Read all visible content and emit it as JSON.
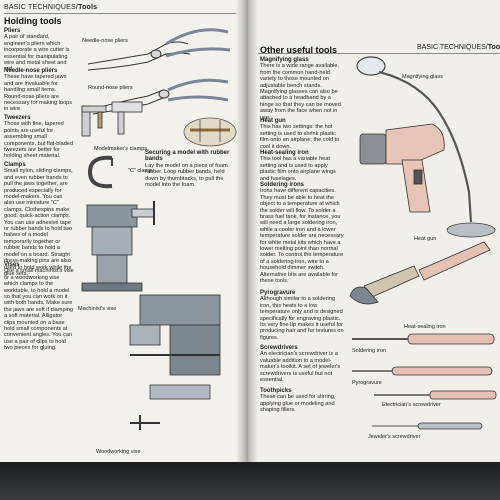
{
  "left_page": {
    "header": {
      "section": "BASIC TECHNIQUES/",
      "topic": "Tools"
    },
    "title": "Holding tools",
    "blocks": {
      "pliers": {
        "heading": "Pliers",
        "text": "A pair of standard, engineer's pliers which incorporate a wire cutter is essential for manipulating wire and metal sheet and rod."
      },
      "needle": {
        "heading": "Needle-nose pliers",
        "text": "These have tapered jaws and are invaluable for handling small items. Round-nose pliers are necessary for making loops in wire."
      },
      "tweezers": {
        "heading": "Tweezers",
        "text": "Those with fine, tapered points are useful for assembling small components, but flat-bladed tweezers are better for holding sheet material."
      },
      "clamps": {
        "heading": "Clamps",
        "text": "Small nylon, sliding clamps, and even rubber bands to pull the jaws together, are produced especially for model-makers. You can also use miniature \"C\" clamps. Clothespins make good, quick-action clamps. You can use adhesive tape or rubber bands to hold two halves of a model temporarily together or rubber bands to hold a model on a board. Straight dress-making pins are also used to hold work while the glue sets."
      },
      "vises": {
        "heading": "Vises",
        "text": "Use a small machinist's vise or a woodworking vise which clamps to the worktable, to hold a model so that you can work on it with both hands. Make sure the jaws are soft if clamping a soft material. Alligator clips mounted on a base hold small components at convenient angles. You can use a pair of clips to hold two pieces for gluing."
      },
      "securing": {
        "heading": "Securing a model with rubber bands",
        "text": "Lay the model on a piece of foam rubber. Loop rubber bands, held down by thumbtacks, to pull the model into the foam."
      }
    },
    "captions": {
      "needle_nose": "Needle-nose pliers",
      "round_nose": "Round-nose pliers",
      "modelmakers_clamps": "Modelmaker's clamps",
      "c_clamp": "\"C\" clamp",
      "machinists_vise": "Machinist's vise",
      "woodworking_vise": "Woodworking vise"
    }
  },
  "right_page": {
    "header": {
      "section": "BASIC TECHNIQUES/",
      "topic": "Too"
    },
    "title": "Other useful tools",
    "blocks": {
      "magnifying": {
        "heading": "Magnifying glass",
        "text": "There is a wide range available, from the common hand-held variety to those mounted on adjustable bench stands. Magnifying glasses can also be attached to a headband by a hinge so that they can be moved away from the face when not in use."
      },
      "heatgun": {
        "heading": "Heat gun",
        "text": "This has two settings: the hot setting is used to shrink plastic film onto an airplane; the cold to cool it down."
      },
      "heatsealing": {
        "heading": "Heat-sealing iron",
        "text": "This tool has a variable heat setting and is used to apply plastic film onto airplane wings and fuselages."
      },
      "soldering": {
        "heading": "Soldering irons",
        "text": "Irons have different capacities. They must be able to heat the object to a temperature at which the solder will flow. To solder a brass fuel tank, for instance, you will need a large soldering iron, while a cooler iron and a lower temperature solder are necessary for white metal kits which have a lower melting point than normal solder. To control the temperature of a soldering iron, wire to a household dimmer switch. Alternative bits are available for these tools."
      },
      "pyrogravure": {
        "heading": "Pyrogravure",
        "text": "Although similar to a soldering iron, this heats to a low temperature only and is designed specifically for engraving plastic. Its very fine tip makes it useful for producing hair and fur textures on figures."
      },
      "screwdrivers": {
        "heading": "Screwdrivers",
        "text": "An electrician's screwdriver is a valuable addition to a model-maker's toolkit. A set of jeweler's screwdrivers is useful but not essential."
      },
      "toothpicks": {
        "heading": "Toothpicks",
        "text": "These can be used for stirring, applying glue or modeling and shaping fillers."
      }
    },
    "captions": {
      "magnifying_glass": "Magnifying glass",
      "heat_gun": "Heat gun",
      "heat_sealing_iron": "Heat-sealing iron",
      "soldering_iron": "Soldering iron",
      "pyrogravure": "Pyrogravure",
      "electricians_screwdriver": "Electrician's screwdriver",
      "jewelers_screwdriver": "Jeweler's screwdriver"
    }
  }
}
